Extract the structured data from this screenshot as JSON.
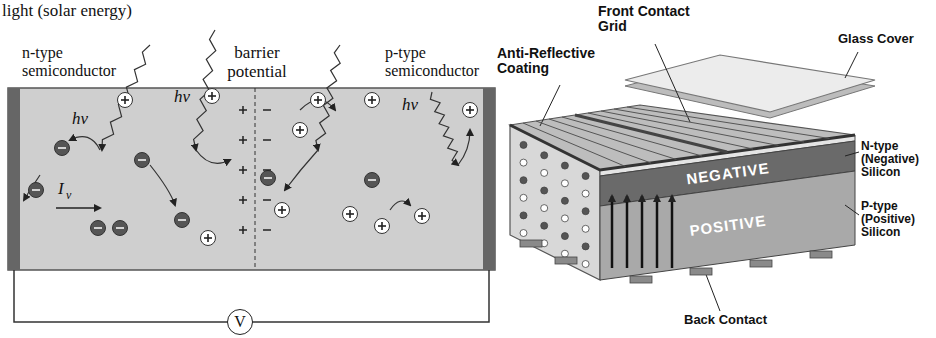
{
  "diagram": {
    "nodes": [
      {
        "text": [
          "V"
        ]
      }
    ],
    "labels": [
      "light (solar energy)",
      "n-type semiconductor",
      "barrier potential",
      "p-type semiconductor",
      "hν",
      "hν",
      "hν",
      "I",
      "v",
      "Front Contact Grid",
      "Anti-Reflective Coating",
      "Glass Cover",
      "NEGATIVE",
      "POSITIVE",
      "N-type (Negative) Silicon",
      "P-type (Positive) Silicon",
      "Back Contact"
    ]
  }
}
